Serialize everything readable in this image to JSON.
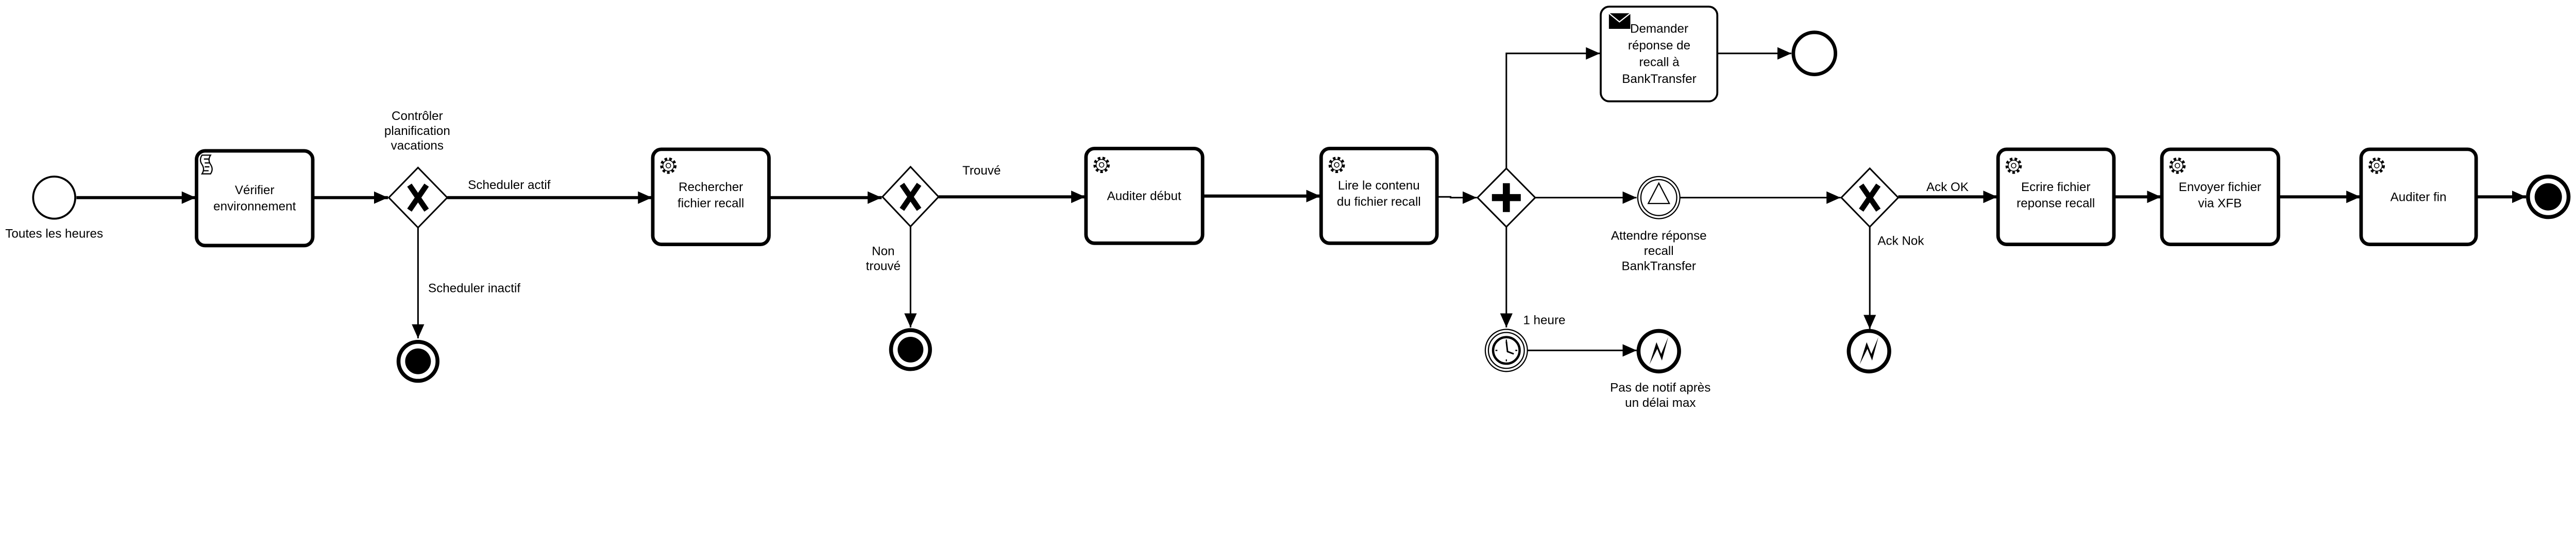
{
  "events": {
    "start": {
      "label": "Toutes les heures"
    },
    "wait_signal": {
      "label": [
        "Attendre réponse",
        "recall",
        "BankTransfer"
      ]
    },
    "timer": {
      "label": "1 heure"
    },
    "error_timeout": {
      "label": [
        "Pas de notif après",
        "un délai max"
      ]
    }
  },
  "tasks": {
    "verifier": {
      "label": [
        "Vérifier",
        "environnement"
      ],
      "icon": "script-icon"
    },
    "rechercher": {
      "label": [
        "Rechercher",
        "fichier recall"
      ],
      "icon": "gear-icon"
    },
    "auditer_debut": {
      "label": [
        "Auditer début"
      ],
      "icon": "gear-icon"
    },
    "lire": {
      "label": [
        "Lire le contenu",
        "du fichier recall"
      ],
      "icon": "gear-icon"
    },
    "demander": {
      "label": [
        "Demander",
        "réponse de",
        "recall à",
        "BankTransfer"
      ],
      "icon": "envelope-icon"
    },
    "ecrire": {
      "label": [
        "Ecrire fichier",
        "reponse recall"
      ],
      "icon": "gear-icon"
    },
    "envoyer": {
      "label": [
        "Envoyer fichier",
        "via XFB"
      ],
      "icon": "gear-icon"
    },
    "auditer_fin": {
      "label": [
        "Auditer fin"
      ],
      "icon": "gear-icon"
    }
  },
  "gateways": {
    "controle": {
      "label": [
        "Contrôler",
        "planification",
        "vacations"
      ],
      "type": "exclusive"
    },
    "trouve": {
      "type": "exclusive"
    },
    "parallel": {
      "type": "parallel"
    },
    "ack": {
      "type": "exclusive"
    }
  },
  "flows": {
    "scheduler_actif": "Scheduler actif",
    "scheduler_inactif": "Scheduler inactif",
    "trouve": "Trouvé",
    "non_trouve": [
      "Non",
      "trouvé"
    ],
    "ack_ok": "Ack OK",
    "ack_nok": "Ack Nok"
  }
}
